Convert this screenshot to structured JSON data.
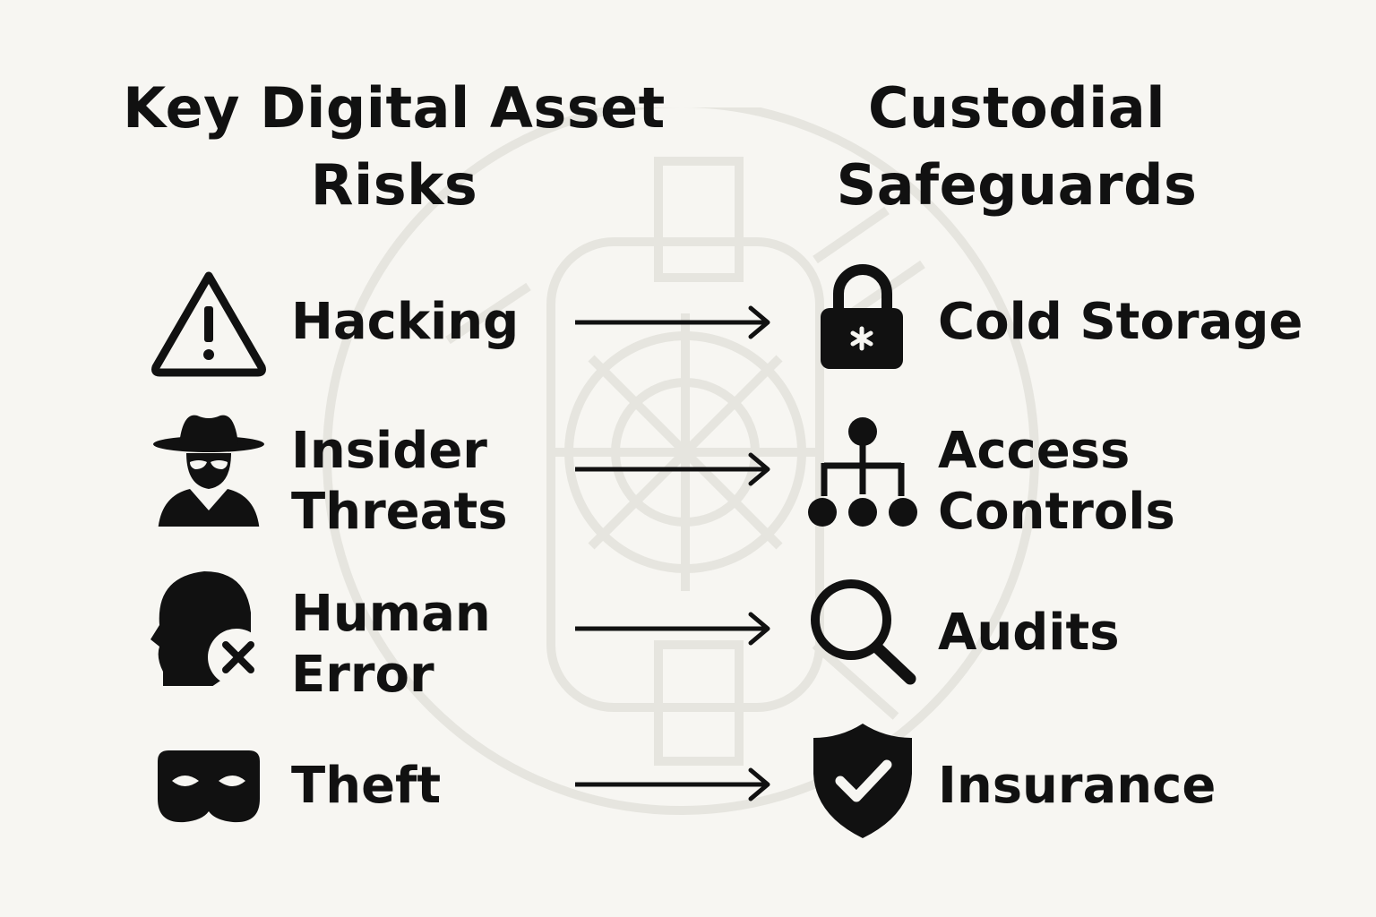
{
  "left_column": {
    "title_lines": [
      "Key Digital Asset",
      "Risks"
    ]
  },
  "right_column": {
    "title_lines": [
      "Custodial",
      "Safeguards"
    ]
  },
  "rows": [
    {
      "risk": {
        "lines": [
          "Hacking"
        ],
        "icon": "warning-triangle-icon"
      },
      "safeguard": {
        "lines": [
          "Cold Storage"
        ],
        "icon": "padlock-icon"
      }
    },
    {
      "risk": {
        "lines": [
          "Insider",
          "Threats"
        ],
        "icon": "spy-icon"
      },
      "safeguard": {
        "lines": [
          "Access",
          "Controls"
        ],
        "icon": "hierarchy-icon"
      }
    },
    {
      "risk": {
        "lines": [
          "Human",
          "Error"
        ],
        "icon": "head-error-icon"
      },
      "safeguard": {
        "lines": [
          "Audits"
        ],
        "icon": "magnifier-icon"
      }
    },
    {
      "risk": {
        "lines": [
          "Theft"
        ],
        "icon": "thief-mask-icon"
      },
      "safeguard": {
        "lines": [
          "Insurance"
        ],
        "icon": "shield-check-icon"
      }
    }
  ],
  "colors": {
    "background": "#f7f6f2",
    "ink": "#111111",
    "watermark": "#e9e8e3"
  }
}
